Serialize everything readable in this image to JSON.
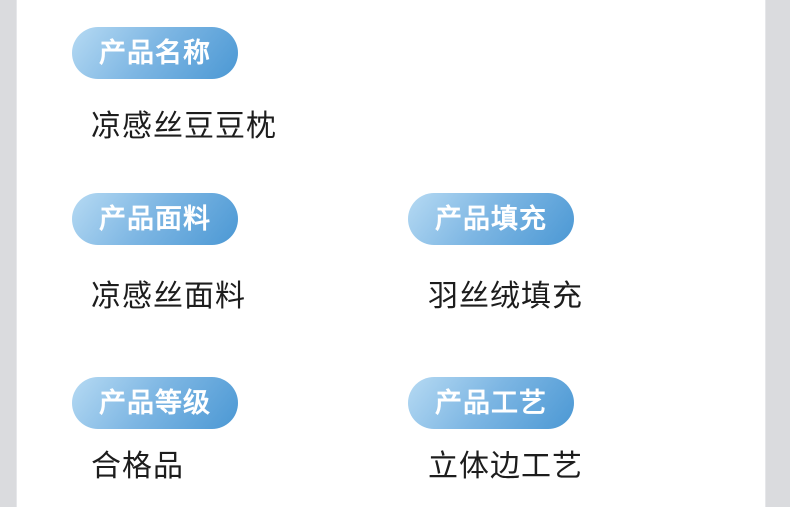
{
  "page": {
    "type": "product-spec-sheet",
    "background_color": "#ffffff",
    "gutter_color": "#dadbde"
  },
  "badge_style": {
    "gradient_start": "#b6daf3",
    "gradient_end": "#4b98d4",
    "label_color": "#ffffff",
    "value_color": "#1d1d1d"
  },
  "sections": [
    {
      "label": "产品名称",
      "value": "凉感丝豆豆枕"
    },
    {
      "label": "产品面料",
      "value": "凉感丝面料"
    },
    {
      "label": "产品填充",
      "value": "羽丝绒填充"
    },
    {
      "label": "产品等级",
      "value": "合格品"
    },
    {
      "label": "产品工艺",
      "value": "立体边工艺"
    }
  ]
}
